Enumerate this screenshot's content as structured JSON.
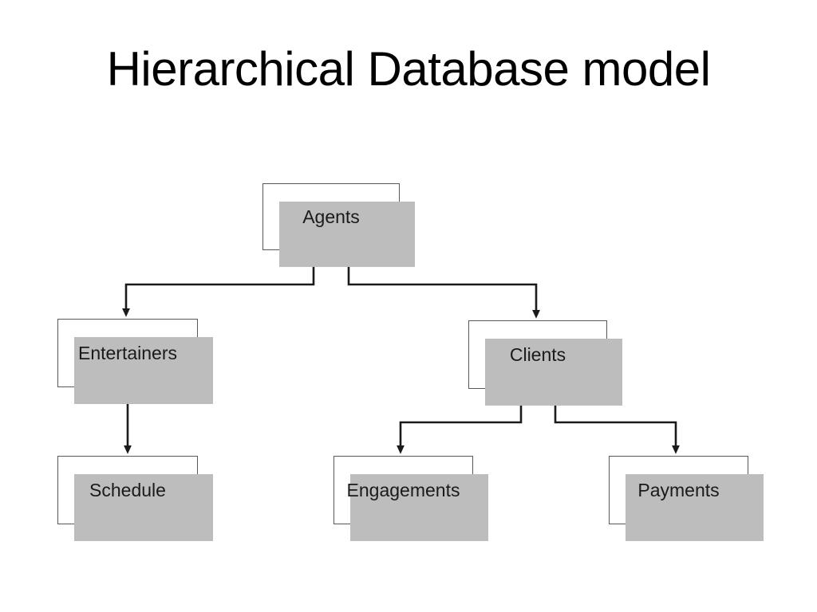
{
  "slide": {
    "title": "Hierarchical Database model",
    "background_color": "#ffffff"
  },
  "diagram": {
    "type": "hierarchy-tree",
    "box_fill_color": "#ffffff",
    "box_border_color": "#58585a",
    "box_shadow_color": "#bdbdbd",
    "connector_color": "#1a1a1a",
    "nodes": [
      {
        "id": "agents",
        "label": "Agents",
        "level": 0,
        "parent": null
      },
      {
        "id": "entertainers",
        "label": "Entertainers",
        "level": 1,
        "parent": "agents"
      },
      {
        "id": "clients",
        "label": "Clients",
        "level": 1,
        "parent": "agents"
      },
      {
        "id": "schedule",
        "label": "Schedule",
        "level": 2,
        "parent": "entertainers"
      },
      {
        "id": "engagements",
        "label": "Engagements",
        "level": 2,
        "parent": "clients"
      },
      {
        "id": "payments",
        "label": "Payments",
        "level": 2,
        "parent": "clients"
      }
    ],
    "edges": [
      {
        "from": "agents",
        "to": "entertainers",
        "arrow": "down"
      },
      {
        "from": "agents",
        "to": "clients",
        "arrow": "down"
      },
      {
        "from": "entertainers",
        "to": "schedule",
        "arrow": "down"
      },
      {
        "from": "clients",
        "to": "engagements",
        "arrow": "down"
      },
      {
        "from": "clients",
        "to": "payments",
        "arrow": "down"
      }
    ]
  }
}
